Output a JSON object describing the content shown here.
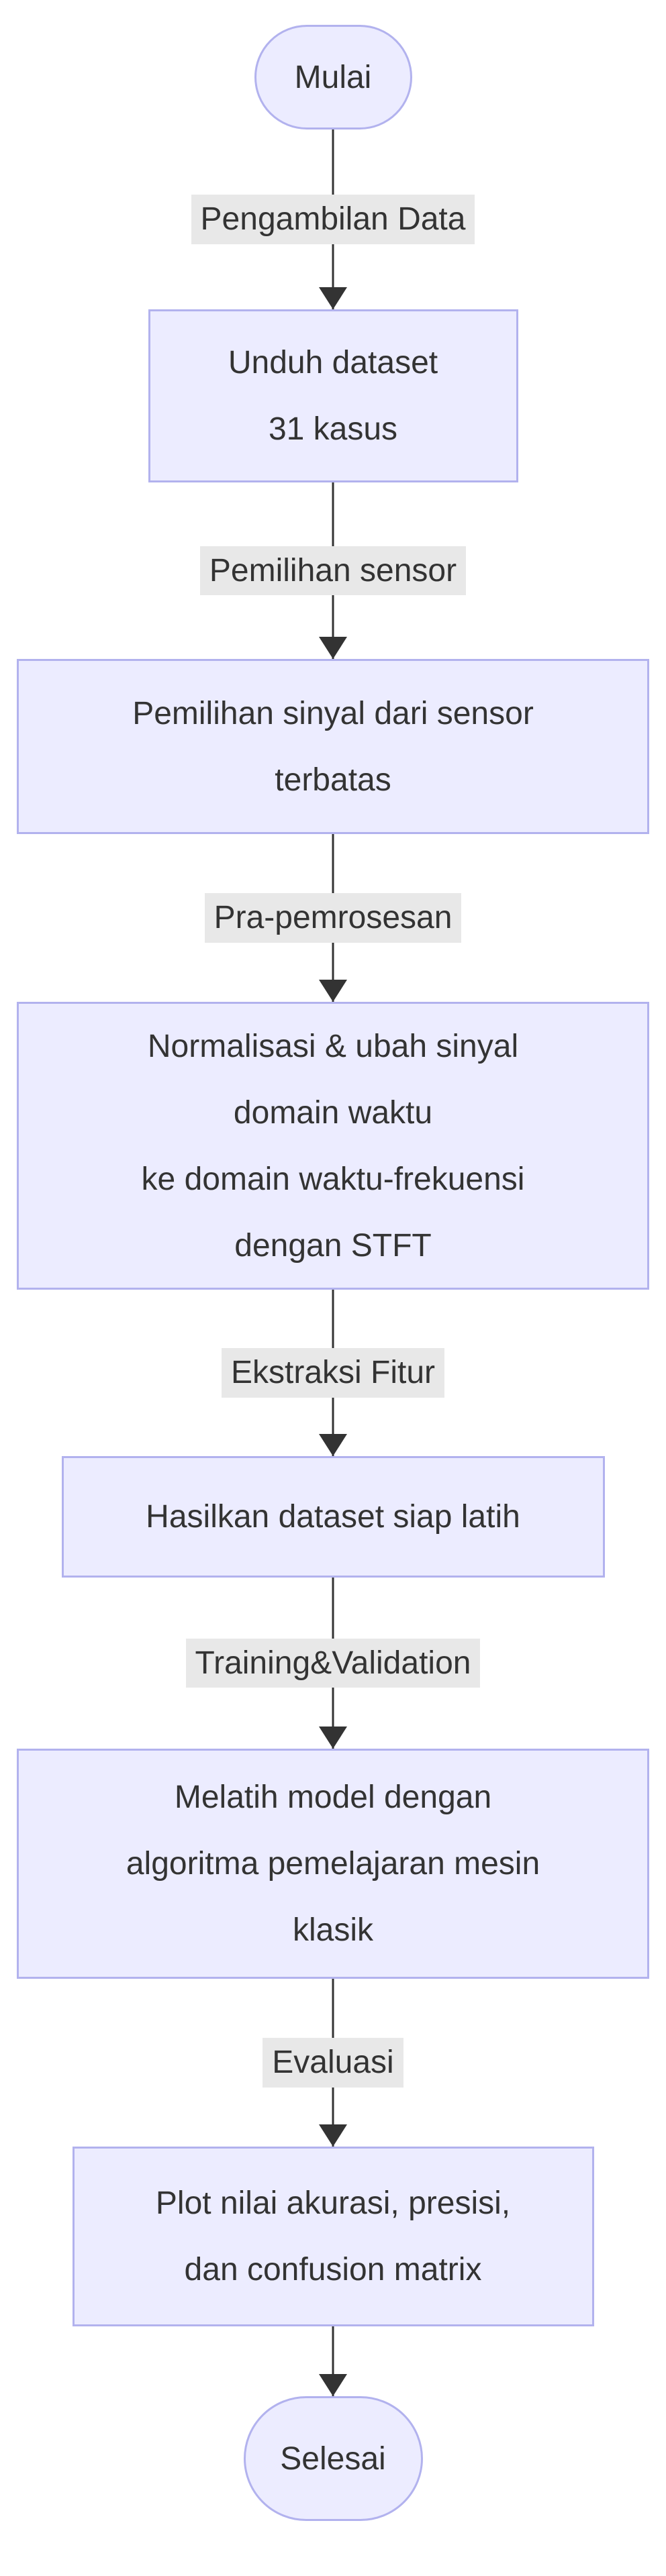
{
  "diagram": {
    "type": "flowchart",
    "direction": "top-down",
    "nodes": [
      {
        "id": "start",
        "shape": "stadium",
        "lines": [
          "Mulai"
        ]
      },
      {
        "id": "p1",
        "shape": "rect",
        "lines": [
          "Unduh dataset",
          "31 kasus"
        ]
      },
      {
        "id": "p2",
        "shape": "rect",
        "lines": [
          "Pemilihan sinyal dari sensor",
          "terbatas"
        ]
      },
      {
        "id": "p3",
        "shape": "rect",
        "lines": [
          "Normalisasi & ubah sinyal",
          "domain waktu",
          "ke domain waktu-frekuensi",
          "dengan STFT"
        ]
      },
      {
        "id": "p4",
        "shape": "rect",
        "lines": [
          "Hasilkan dataset siap latih"
        ]
      },
      {
        "id": "p5",
        "shape": "rect",
        "lines": [
          "Melatih model dengan",
          "algoritma pemelajaran mesin",
          "klasik"
        ]
      },
      {
        "id": "p6",
        "shape": "rect",
        "lines": [
          "Plot nilai akurasi, presisi,",
          "dan confusion matrix"
        ]
      },
      {
        "id": "end",
        "shape": "stadium",
        "lines": [
          "Selesai"
        ]
      }
    ],
    "edges": [
      {
        "from": "start",
        "to": "p1",
        "label": "Pengambilan Data"
      },
      {
        "from": "p1",
        "to": "p2",
        "label": "Pemilihan sensor"
      },
      {
        "from": "p2",
        "to": "p3",
        "label": "Pra-pemrosesan"
      },
      {
        "from": "p3",
        "to": "p4",
        "label": "Ekstraksi Fitur"
      },
      {
        "from": "p4",
        "to": "p5",
        "label": "Training&Validation"
      },
      {
        "from": "p5",
        "to": "p6",
        "label": "Evaluasi"
      },
      {
        "from": "p6",
        "to": "end",
        "label": ""
      }
    ],
    "colors": {
      "node_fill": "#ECECFF",
      "node_border": "#b2b2ee",
      "edge_line": "#333333",
      "arrowhead": "#333333",
      "edge_label_bg": "#e8e8e8",
      "text": "#333333",
      "background": "#ffffff"
    }
  }
}
